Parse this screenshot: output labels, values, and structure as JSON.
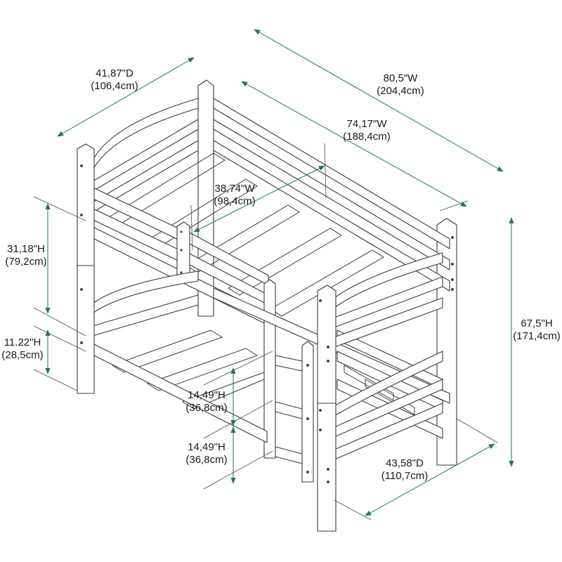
{
  "accent_color": "#1e7a4e",
  "dimensions": {
    "overall_width": {
      "imperial": "80,5\"W",
      "metric": "(204,4cm)"
    },
    "inner_width": {
      "imperial": "74,17\"W",
      "metric": "(188,4cm)"
    },
    "top_depth": {
      "imperial": "41,87\"D",
      "metric": "(106,4cm)"
    },
    "bottom_depth": {
      "imperial": "43,58\"D",
      "metric": "(110,7cm)"
    },
    "mattress_width": {
      "imperial": "38,74\"W",
      "metric": "(98,4cm)"
    },
    "bunk_clearance": {
      "imperial": "31,18\"H",
      "metric": "(79,2cm)"
    },
    "floor_clearance": {
      "imperial": "11.22\"H",
      "metric": "(28,5cm)"
    },
    "ladder_step_upper": {
      "imperial": "14,49\"H",
      "metric": "(36,8cm)"
    },
    "ladder_step_lower": {
      "imperial": "14,49\"H",
      "metric": "(36,8cm)"
    },
    "overall_height": {
      "imperial": "67,5\"H",
      "metric": "(171,4cm)"
    }
  }
}
